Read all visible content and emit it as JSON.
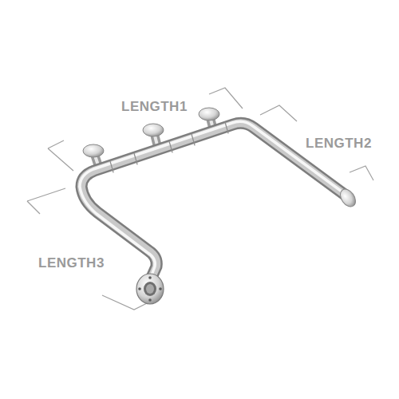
{
  "diagram": {
    "labels": [
      "LENGTH1",
      "LENGTH2",
      "LENGTH3"
    ]
  }
}
